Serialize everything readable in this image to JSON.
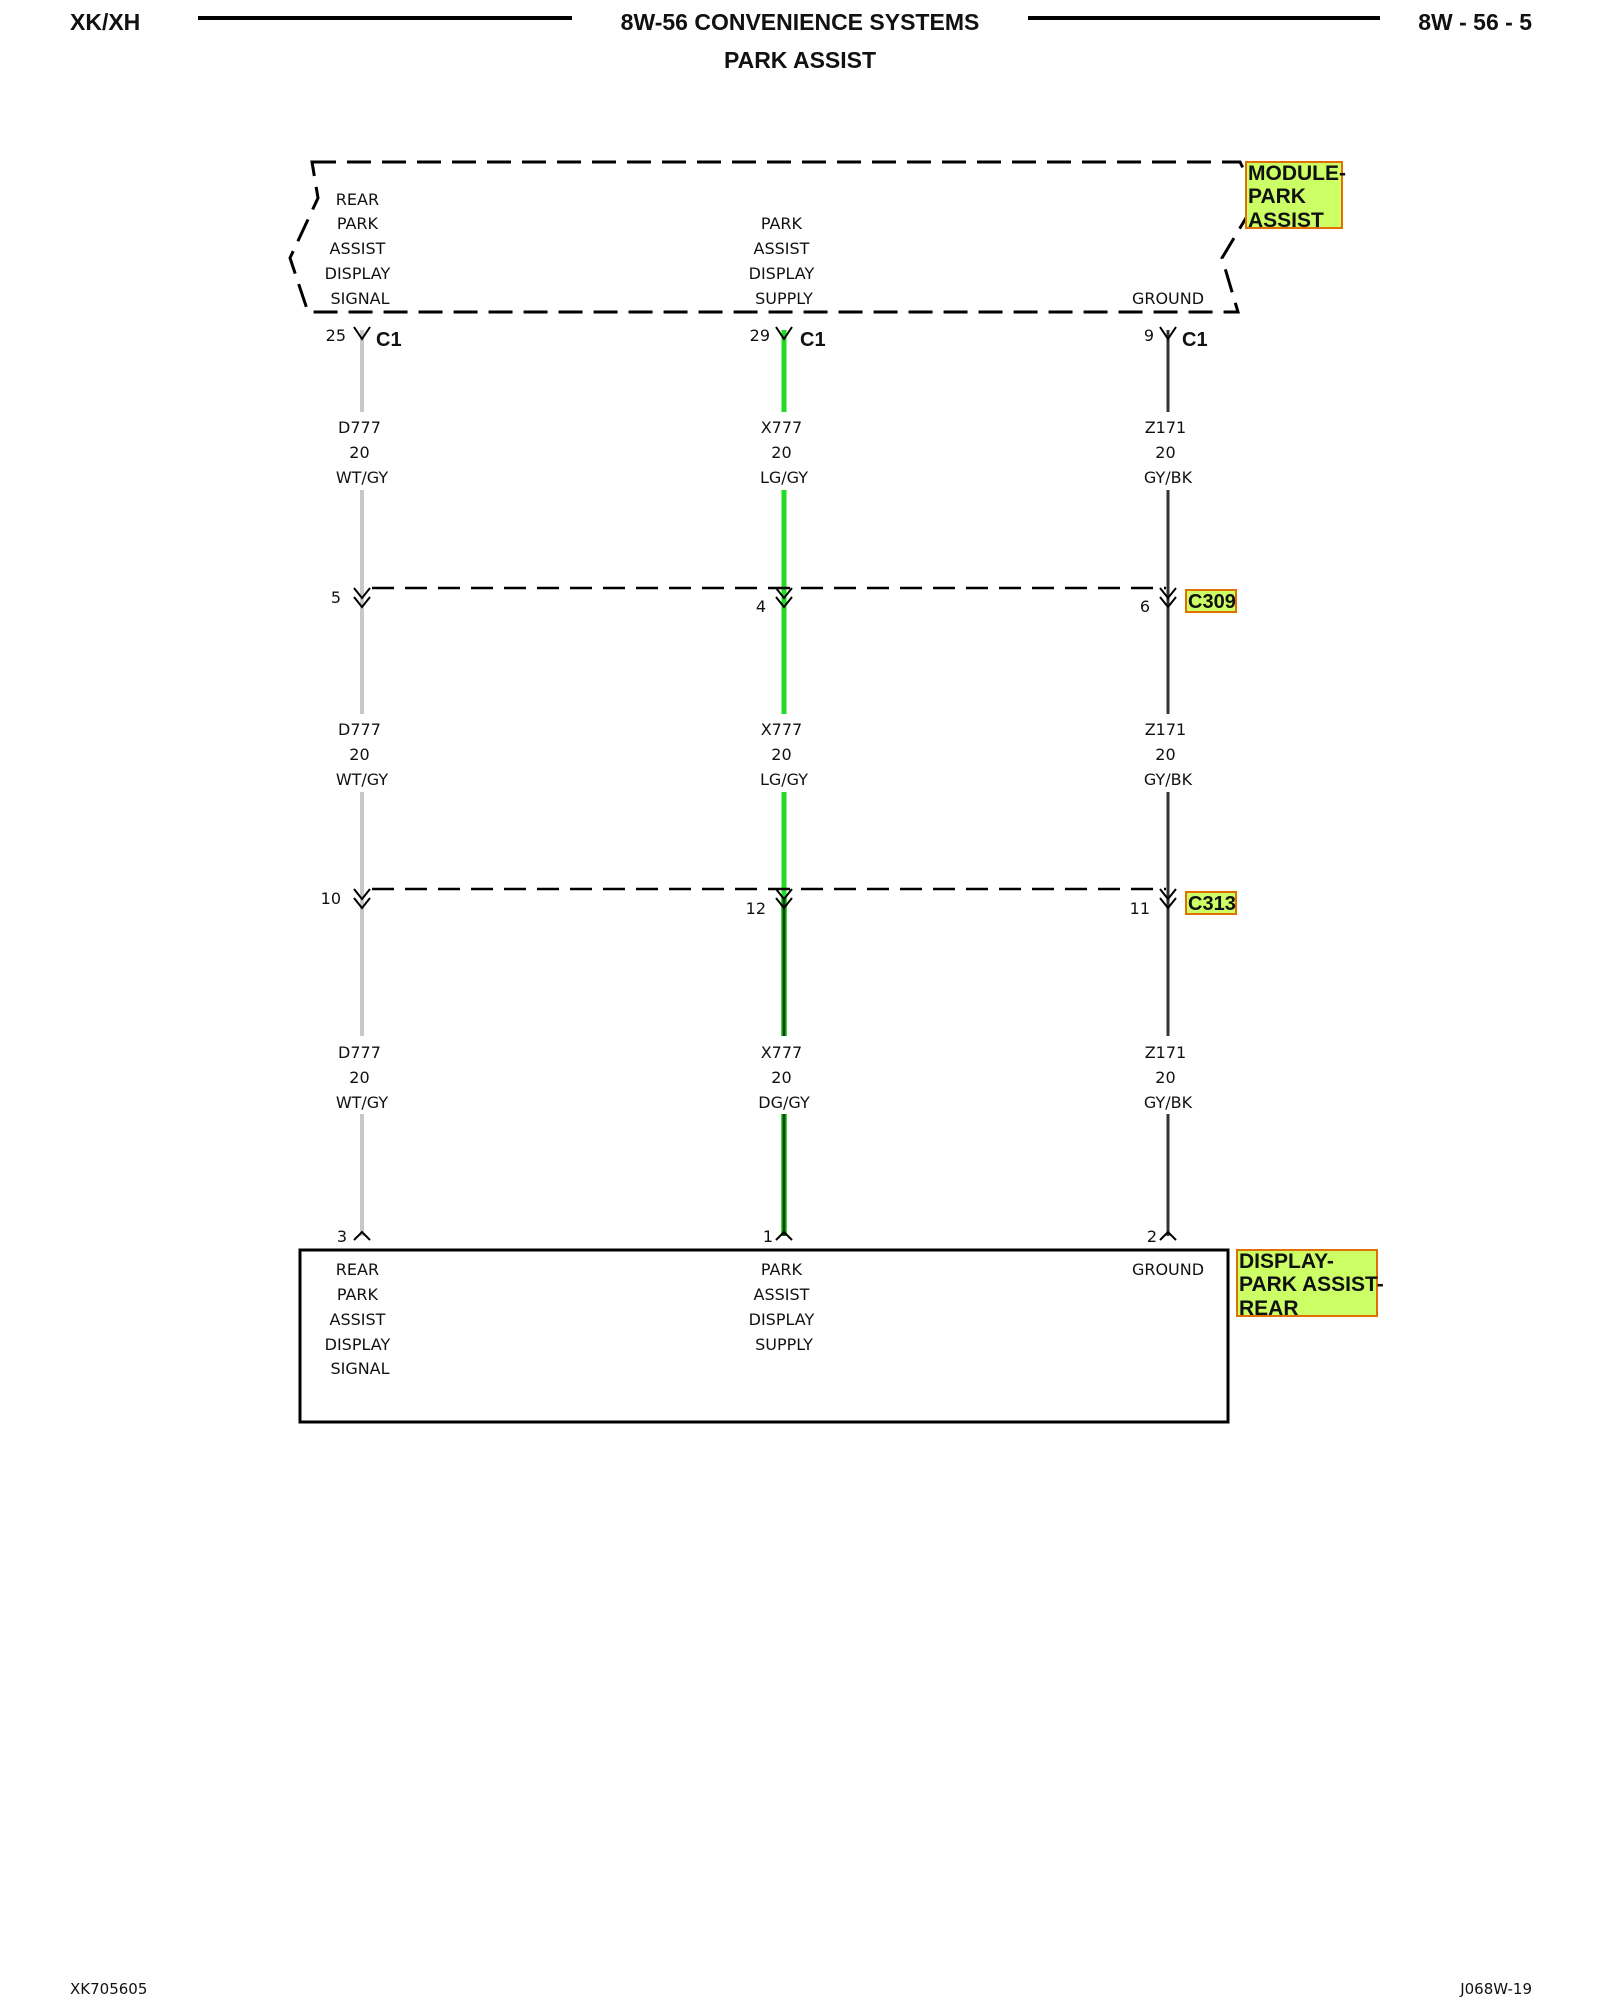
{
  "header": {
    "left": "XK/XH",
    "title": "8W-56 CONVENIENCE SYSTEMS",
    "subtitle": "PARK ASSIST",
    "page": "8W - 56 - 5"
  },
  "footer": {
    "left": "XK705605",
    "right": "J068W-19"
  },
  "colors": {
    "highlight_fill": "#ccff66",
    "highlight_border": "#e07000",
    "wire_white_gray": "#c8c8c8",
    "wire_light_green": "#22dd22",
    "wire_dark_green": "#1a3a1a",
    "wire_gray_black": "#333333"
  },
  "top_module": {
    "name": [
      "MODULE-",
      "PARK",
      "ASSIST"
    ],
    "pins": [
      {
        "lines": [
          "REAR",
          "PARK",
          "ASSIST",
          "DISPLAY",
          "SIGNAL"
        ],
        "pin": "25",
        "connector": "C1"
      },
      {
        "lines": [
          "PARK",
          "ASSIST",
          "DISPLAY",
          "SUPPLY"
        ],
        "pin": "29",
        "connector": "C1"
      },
      {
        "lines": [
          "GROUND"
        ],
        "pin": "9",
        "connector": "C1"
      }
    ]
  },
  "bottom_module": {
    "name": [
      "DISPLAY-",
      "PARK ASSIST-",
      "REAR"
    ],
    "pins": [
      {
        "lines": [
          "REAR",
          "PARK",
          "ASSIST",
          "DISPLAY",
          "SIGNAL"
        ],
        "pin": "3"
      },
      {
        "lines": [
          "PARK",
          "ASSIST",
          "DISPLAY",
          "SUPPLY"
        ],
        "pin": "1"
      },
      {
        "lines": [
          "GROUND"
        ],
        "pin": "2"
      }
    ]
  },
  "inline_connectors": [
    {
      "name": "C309",
      "pins": [
        "5",
        "4",
        "6"
      ]
    },
    {
      "name": "C313",
      "pins": [
        "10",
        "12",
        "11"
      ]
    }
  ],
  "wire_segments": [
    [
      {
        "circuit": "D777",
        "gauge": "20",
        "color": "WT/GY"
      },
      {
        "circuit": "X777",
        "gauge": "20",
        "color": "LG/GY"
      },
      {
        "circuit": "Z171",
        "gauge": "20",
        "color": "GY/BK"
      }
    ],
    [
      {
        "circuit": "D777",
        "gauge": "20",
        "color": "WT/GY"
      },
      {
        "circuit": "X777",
        "gauge": "20",
        "color": "LG/GY"
      },
      {
        "circuit": "Z171",
        "gauge": "20",
        "color": "GY/BK"
      }
    ],
    [
      {
        "circuit": "D777",
        "gauge": "20",
        "color": "WT/GY"
      },
      {
        "circuit": "X777",
        "gauge": "20",
        "color": "DG/GY"
      },
      {
        "circuit": "Z171",
        "gauge": "20",
        "color": "GY/BK"
      }
    ]
  ]
}
